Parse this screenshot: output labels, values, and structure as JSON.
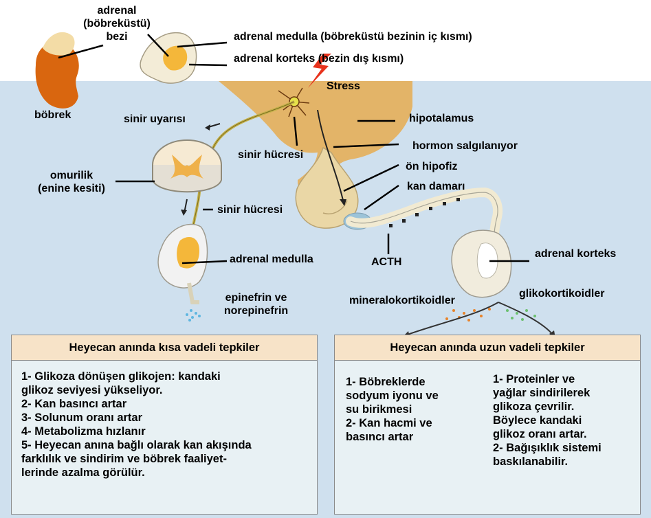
{
  "labels": {
    "adrenal_gland": [
      "adrenal",
      "(böbreküstü)",
      "bezi"
    ],
    "adrenal_medulla_top": "adrenal medulla (böbreküstü bezinin iç kısmı)",
    "adrenal_cortex_top": "adrenal korteks (bezin dış kısmı)",
    "stress": "Stress",
    "kidney": "böbrek",
    "nerve_stimulus": "sinir uyarısı",
    "hypothalamus": "hipotalamus",
    "nerve_cell_1": "sinir hücresi",
    "hormone_secreted": "hormon salgılanıyor",
    "anterior_pituitary": "ön hipofiz",
    "spinal_cord": [
      "omurilik",
      "(enine kesiti)"
    ],
    "blood_vessel": "kan damarı",
    "nerve_cell_2": "sinir hücresi",
    "adrenal_medulla": "adrenal medulla",
    "acth": "ACTH",
    "adrenal_cortex": "adrenal korteks",
    "epinephrine": [
      "epinefrin ve",
      "norepinefrin"
    ],
    "mineralocorticoids": "mineralokortikoidler",
    "glucocorticoids": "glikokortikoidler"
  },
  "short_term_panel": {
    "title": "Heyecan anında kısa vadeli tepkiler",
    "lines": [
      "1- Glikoza dönüşen glikojen: kandaki",
      "glikoz seviyesi yükseliyor.",
      "2- Kan basıncı artar",
      "3- Solunum oranı artar",
      "4- Metabolizma hızlanır",
      "5- Heyecan anına bağlı olarak kan akışında",
      "farklılık ve sindirim ve böbrek faaliyet-",
      "lerinde azalma görülür."
    ]
  },
  "long_term_panel": {
    "title": "Heyecan anında uzun vadeli tepkiler",
    "left_lines": [
      "1- Böbreklerde",
      "sodyum iyonu ve",
      "su birikmesi",
      "2- Kan hacmi ve",
      "basıncı artar"
    ],
    "right_lines": [
      "1- Proteinler ve",
      "yağlar sindirilerek",
      "glikoza çevrilir.",
      "Böylece kandaki",
      "glikoz oranı artar.",
      "2- Bağışıklık sistemi",
      "baskılanabilir."
    ]
  },
  "colors": {
    "background_blue": "#cfe0ee",
    "hypothalamus": "#e3b468",
    "kidney": "#d9660f",
    "adrenal_inner": "#f4b73a",
    "panel_header": "#f7e3c8",
    "panel_body": "#e8f1f4",
    "stress_bolt": "#e8321c"
  }
}
